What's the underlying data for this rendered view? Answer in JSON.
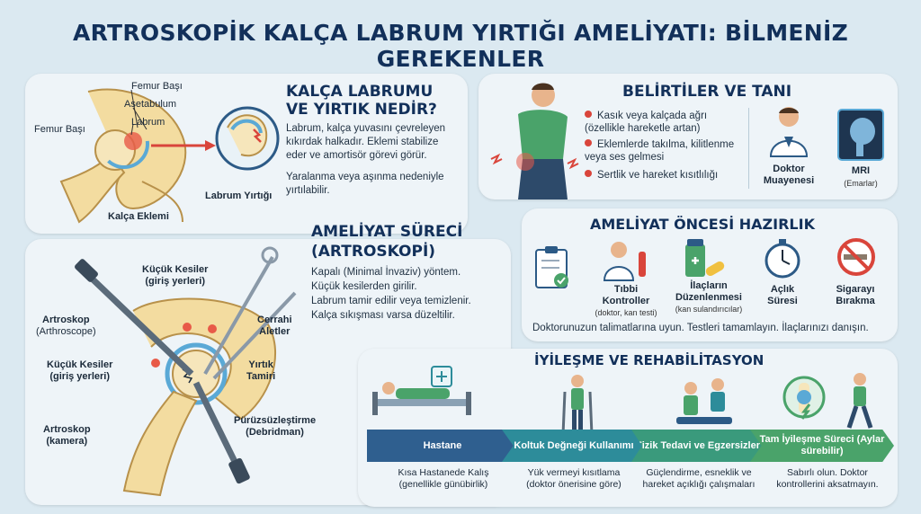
{
  "title": "ARTROSKOPİK KALÇA LABRUM YIRTIĞI AMELİYATI: BİLMENİZ GEREKENLER",
  "labrum": {
    "heading_1": "KALÇA LABRUMU",
    "heading_2": "VE YIRTIK NEDİR?",
    "desc": "Labrum, kalça yuvasını çevreleyen kıkırdak halkadır. Eklemi stabilize eder ve amortisör görevi görür.",
    "desc2": "Yaralanma veya aşınma nedeniyle yırtılabilir.",
    "labels": {
      "femur_head_top": "Femur Başı",
      "femur_head_left": "Femur Başı",
      "acetabulum": "Asetabulum",
      "labrum": "Labrum",
      "hip_joint": "Kalça Eklemi",
      "labrum_tear": "Labrum Yırtığı"
    }
  },
  "symptoms": {
    "heading": "BELİRTİLER VE TANI",
    "items": [
      "Kasık veya kalçada ağrı (özellikle hareketle artan)",
      "Eklemlerde takılma, kilitlenme veya ses gelmesi",
      "Sertlik ve hareket kısıtlılığı"
    ],
    "doctor": "Doktor Muayenesi",
    "mri": "MRI",
    "mri_sub": "(Emarlar)"
  },
  "surgery": {
    "heading_1": "AMELİYAT SÜRECİ",
    "heading_2": "(ARTROSKOPİ)",
    "lines": [
      "Kapalı (Minimal İnvaziv) yöntem.",
      "Küçük kesilerden girilir.",
      "Labrum tamir edilir veya temizlenir.",
      "Kalça sıkışması varsa düzeltilir."
    ],
    "labels": {
      "small_incisions_top": "Küçük Kesiler",
      "small_incisions_top_sub": "(giriş yerleri)",
      "arthroscope": "Artroskop",
      "arthroscope_sub": "(Arthroscope)",
      "surgical_tools": "Cerrahi",
      "surgical_tools_2": "Aletler",
      "small_incisions_left": "Küçük Kesiler",
      "small_incisions_left_sub": "(giriş yerleri)",
      "tear_repair": "Yırtık",
      "tear_repair_2": "Tamiri",
      "camera": "Artroskop",
      "camera_sub": "(kamera)",
      "debridement": "Pürüzsüzleştirme",
      "debridement_sub": "(Debridman)"
    }
  },
  "preop": {
    "heading": "AMELİYAT ÖNCESİ HAZIRLIK",
    "items": [
      {
        "label": "Tıbbi Kontroller",
        "sub": "(doktor, kan testi)",
        "icon": "clipboard-check-icon"
      },
      {
        "label": "İlaçların Düzenlenmesi",
        "sub": "(kan sulandırıcılar)",
        "icon": "medicine-icon"
      },
      {
        "label": "Açlık Süresi",
        "sub": "",
        "icon": "stopwatch-icon"
      },
      {
        "label": "Sigarayı Bırakma",
        "sub": "",
        "icon": "no-smoking-icon"
      }
    ],
    "note": "Doktorunuzun talimatlarına uyun. Testleri tamamlayın. İlaçlarınızı danışın."
  },
  "recovery": {
    "heading": "İYİLEŞME VE REHABİLİTASYON",
    "steps": [
      {
        "label": "Hastane",
        "desc": "Kısa Hastanede Kalış",
        "desc2": "(genellikle günübirlik)",
        "color": "#2f5f8f"
      },
      {
        "label": "Koltuk Değneği Kullanımı",
        "desc": "Yük vermeyi kısıtlama",
        "desc2": "(doktor önerisine göre)",
        "color": "#2d8c9a"
      },
      {
        "label": "Fizik Tedavi ve Egzersizler",
        "desc": "Güçlendirme, esneklik ve hareket açıklığı çalışmaları",
        "desc2": "",
        "color": "#3a9a7c"
      },
      {
        "label": "Tam İyileşme Süreci (Aylar sürebilir)",
        "desc": "Sabırlı olun. Doktor kontrollerini aksatmayın.",
        "desc2": "",
        "color": "#4aa36a"
      }
    ]
  },
  "colors": {
    "navy": "#12305a",
    "red": "#d9453b",
    "panel": "#eef4f8",
    "background": "#dbe9f1"
  }
}
